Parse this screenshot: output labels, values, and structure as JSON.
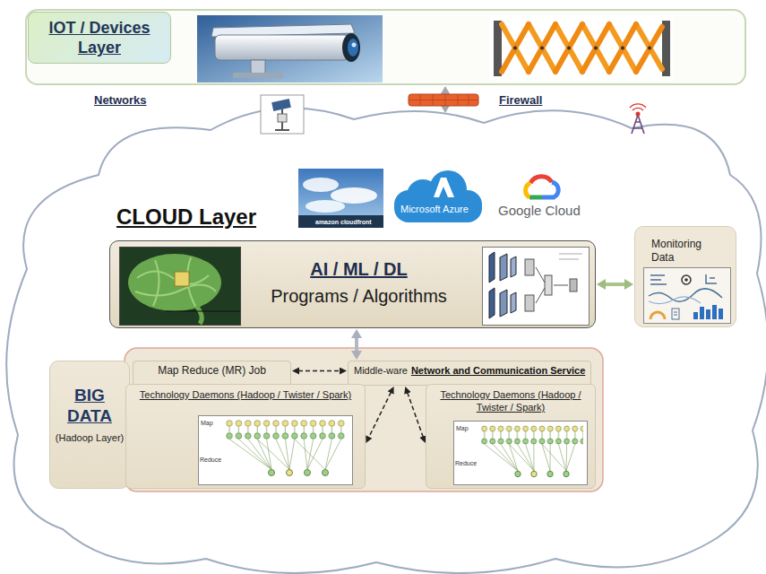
{
  "diagram": {
    "nodes": [
      {
        "text": [
          "IOT / Devices Layer"
        ]
      },
      {
        "text": [
          "CLOUD Layer"
        ]
      },
      {
        "text": [
          "AI / ML / DL",
          "Programs / Algorithms"
        ],
        "in": 1
      },
      {
        "text": [
          "Monitoring Data"
        ],
        "in": 1
      },
      {
        "text": [
          "BIG DATA",
          "(Hadoop Layer)"
        ],
        "in": 1
      },
      {
        "text": [
          "Map Reduce (MR) Job"
        ],
        "in": 1
      },
      {
        "text": [
          "Middle-ware",
          "Network and Communication Service"
        ],
        "in": 1
      },
      {
        "text": [
          "Technology Daemons (Hadoop / Twister / Spark)"
        ],
        "in": 1
      },
      {
        "text": [
          "Technology Daemons (Hadoop / Twister / Spark)"
        ],
        "in": 1
      }
    ],
    "edges": [
      {
        "from": 0,
        "to": 1,
        "arrow": "both"
      },
      {
        "from": 2,
        "to": 3,
        "arrow": "both"
      },
      {
        "from": 2,
        "to": 6,
        "arrow": "both"
      },
      {
        "from": 5,
        "to": 6,
        "arrow": "both"
      },
      {
        "from": 6,
        "to": 7,
        "arrow": "both"
      },
      {
        "from": 6,
        "to": 8,
        "arrow": "both"
      }
    ],
    "labels": [
      "Networks",
      "Firewall",
      "amazon cloudfront",
      "Microsoft Azure",
      "Google Cloud",
      "Map",
      "Reduce",
      "Map",
      "Reduce"
    ]
  }
}
